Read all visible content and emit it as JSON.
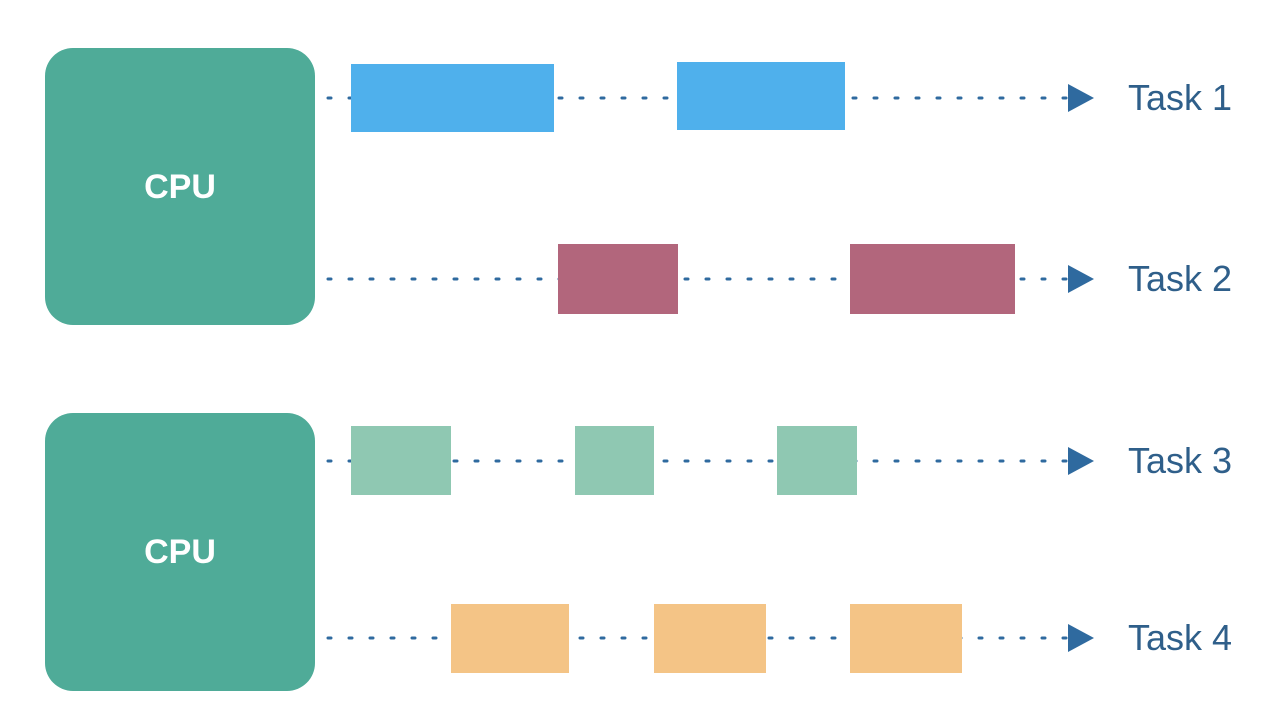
{
  "colors": {
    "background": "#ffffff",
    "cpu": "#4fab98",
    "cpu_text": "#ffffff",
    "timeline": "#2f6a9f",
    "label_text": "#2f5f8a"
  },
  "cpus": [
    {
      "label": "CPU"
    },
    {
      "label": "CPU"
    }
  ],
  "tasks": [
    {
      "label": "Task 1",
      "color": "#4fb0ec",
      "blocks": 2
    },
    {
      "label": "Task 2",
      "color": "#b2667c",
      "blocks": 2
    },
    {
      "label": "Task 3",
      "color": "#8fc8b2",
      "blocks": 3
    },
    {
      "label": "Task 4",
      "color": "#f4c486",
      "blocks": 3
    }
  ]
}
